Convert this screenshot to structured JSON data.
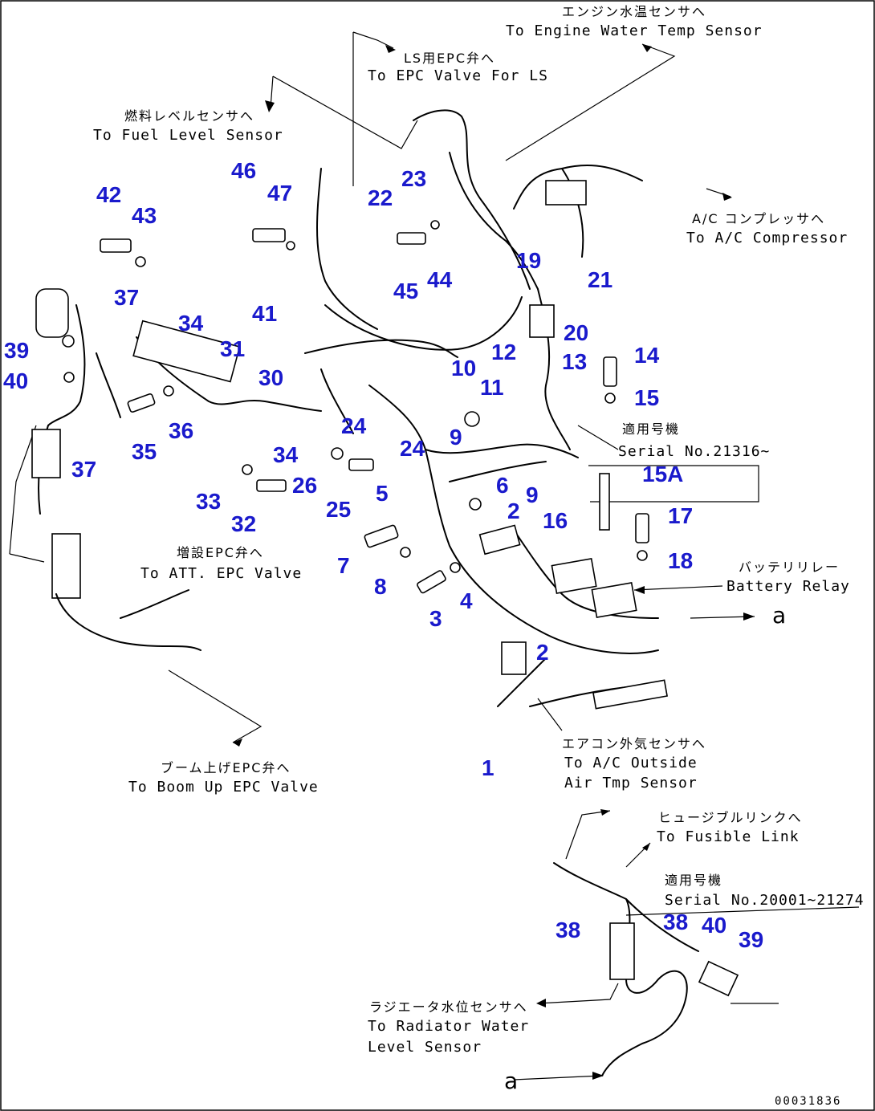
{
  "drawing_number": "00031836",
  "connection_tag": "a",
  "labels": [
    {
      "id": "engine-water-temp",
      "jp": "エンジン水温センサへ",
      "en": "To Engine Water Temp Sensor"
    },
    {
      "id": "ls-epc-valve",
      "jp": "LS用EPC弁へ",
      "en": "To EPC Valve For LS"
    },
    {
      "id": "fuel-level",
      "jp": "燃料レベルセンサへ",
      "en": "To Fuel Level Sensor"
    },
    {
      "id": "ac-compressor",
      "jp": "A/C コンプレッサへ",
      "en": "To A/C Compressor"
    },
    {
      "id": "serial-21316",
      "jp": "適用号機",
      "en": "Serial No.21316~"
    },
    {
      "id": "battery-relay",
      "jp": "バッテリリレー",
      "en": "Battery Relay"
    },
    {
      "id": "att-epc",
      "jp": "増設EPC弁へ",
      "en": "To ATT. EPC Valve"
    },
    {
      "id": "ac-outside-air",
      "jp": "エアコン外気センサへ",
      "en": "To A/C Outside",
      "en2": "Air Tmp Sensor"
    },
    {
      "id": "boom-up-epc",
      "jp": "ブーム上げEPC弁へ",
      "en": "To Boom Up EPC Valve"
    },
    {
      "id": "fusible-link",
      "jp": "ヒュージブルリンクへ",
      "en": "To Fusible Link"
    },
    {
      "id": "serial-20001",
      "jp": "適用号機",
      "en": "Serial No.20001~21274"
    },
    {
      "id": "radiator-level",
      "jp": "ラジエータ水位センサへ",
      "en": "To Radiator Water",
      "en2": "Level Sensor"
    }
  ],
  "part_numbers": [
    "1",
    "2",
    "2",
    "3",
    "4",
    "5",
    "6",
    "7",
    "8",
    "9",
    "9",
    "10",
    "11",
    "12",
    "13",
    "14",
    "15",
    "15A",
    "16",
    "17",
    "18",
    "19",
    "20",
    "21",
    "22",
    "23",
    "24",
    "24",
    "25",
    "26",
    "30",
    "31",
    "32",
    "33",
    "34",
    "34",
    "35",
    "36",
    "37",
    "37",
    "38",
    "38",
    "39",
    "39",
    "40",
    "40",
    "41",
    "42",
    "43",
    "44",
    "45",
    "46",
    "47"
  ]
}
